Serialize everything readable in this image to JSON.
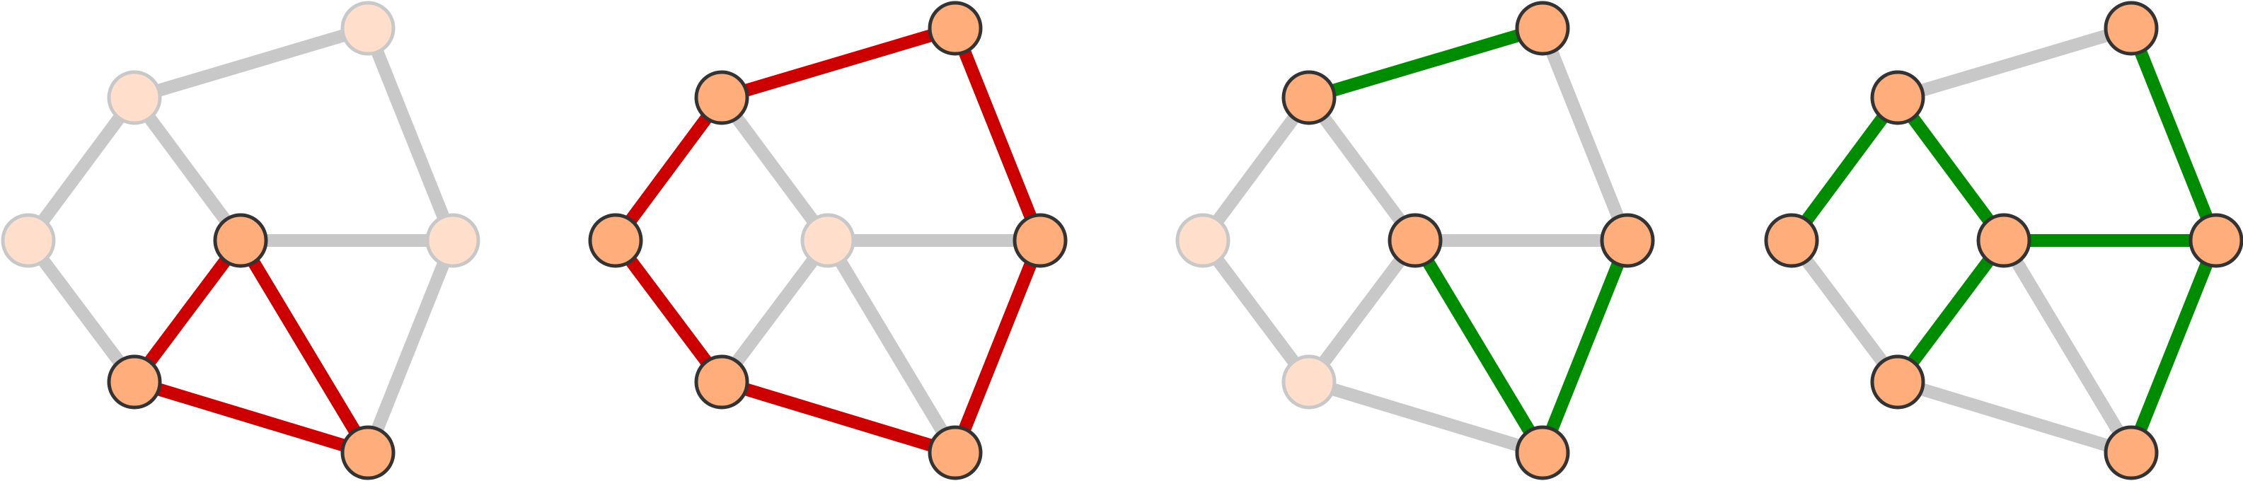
{
  "colors": {
    "background": "#ffffff",
    "edge_inactive": "#c8c8c8",
    "edge_red": "#cc0000",
    "edge_green": "#008c00",
    "node_active_fill": "#ffad7a",
    "node_active_stroke": "#333333",
    "node_faded_fill": "#ffdfcc",
    "node_faded_stroke": "#c8c8c8"
  },
  "nodes": [
    "top-right",
    "upper-left",
    "left",
    "center",
    "right",
    "lower-left",
    "bottom"
  ],
  "edges": [
    [
      "upper-left",
      "top-right"
    ],
    [
      "upper-left",
      "left"
    ],
    [
      "upper-left",
      "center"
    ],
    [
      "top-right",
      "right"
    ],
    [
      "left",
      "lower-left"
    ],
    [
      "center",
      "right"
    ],
    [
      "center",
      "lower-left"
    ],
    [
      "center",
      "bottom"
    ],
    [
      "right",
      "bottom"
    ],
    [
      "lower-left",
      "bottom"
    ]
  ],
  "panels": [
    {
      "highlight_color": "red",
      "highlighted_edges": [
        [
          "center",
          "lower-left"
        ],
        [
          "center",
          "bottom"
        ],
        [
          "lower-left",
          "bottom"
        ]
      ],
      "active_nodes": [
        "center",
        "lower-left",
        "bottom"
      ]
    },
    {
      "highlight_color": "red",
      "highlighted_edges": [
        [
          "upper-left",
          "top-right"
        ],
        [
          "upper-left",
          "left"
        ],
        [
          "top-right",
          "right"
        ],
        [
          "left",
          "lower-left"
        ],
        [
          "right",
          "bottom"
        ],
        [
          "lower-left",
          "bottom"
        ]
      ],
      "active_nodes": [
        "top-right",
        "upper-left",
        "left",
        "right",
        "lower-left",
        "bottom"
      ]
    },
    {
      "highlight_color": "green",
      "highlighted_edges": [
        [
          "upper-left",
          "top-right"
        ],
        [
          "center",
          "bottom"
        ],
        [
          "right",
          "bottom"
        ]
      ],
      "active_nodes": [
        "top-right",
        "upper-left",
        "center",
        "right",
        "bottom"
      ]
    },
    {
      "highlight_color": "green",
      "highlighted_edges": [
        [
          "upper-left",
          "left"
        ],
        [
          "upper-left",
          "center"
        ],
        [
          "top-right",
          "right"
        ],
        [
          "center",
          "right"
        ],
        [
          "center",
          "lower-left"
        ],
        [
          "right",
          "bottom"
        ]
      ],
      "active_nodes": [
        "top-right",
        "upper-left",
        "left",
        "center",
        "right",
        "lower-left",
        "bottom"
      ]
    }
  ]
}
